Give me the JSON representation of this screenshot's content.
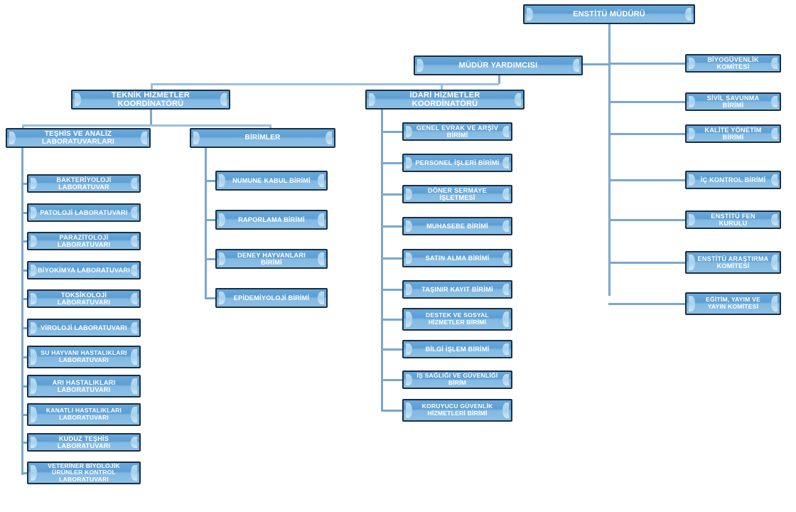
{
  "chart_data": {
    "type": "diagram",
    "title": "Enstitü Organizasyon Şeması",
    "layout": "organizational-tree",
    "root": "ENSTİTÜ MÜDÜRÜ",
    "colors": {
      "node_fill_top": "#6aa9da",
      "node_fill_bottom": "#8cc0e6",
      "node_border": "#1a2e42",
      "node_text": "#ffffff",
      "connector": "#7ba7cd",
      "background": "#ffffff"
    }
  },
  "nodes": {
    "root": {
      "label": "ENSTİTÜ MÜDÜRÜ"
    },
    "deputy": {
      "label": "MÜDÜR YARDIMCISI"
    },
    "technical_coordinator": {
      "label": "TEKNİK HİZMETLER KOORDİNATÖRÜ"
    },
    "administrative_coordinator": {
      "label": "İDARİ HİZMETLER KOORDİNATÖRÜ"
    },
    "labs_group": {
      "label": "TEŞHİS  VE ANALİZ LABORATUVARLARI"
    },
    "units_group": {
      "label": "BİRİMLER"
    }
  },
  "laboratories": [
    {
      "label": "BAKTERİYOLOJİ LABORATUVAR"
    },
    {
      "label": "PATOLOJİ LABORATUVARI"
    },
    {
      "label": "PARAZİTOLOJİ LABORATUVARI"
    },
    {
      "label": "BİYOKİMYA LABORATUVARI"
    },
    {
      "label": "TOKSİKOLOJİ LABORATUVARI"
    },
    {
      "label": "VİROLOJİ LABORATUVARI"
    },
    {
      "label": "SU HAYVANI HASTALIKLARI LABORATUVARI"
    },
    {
      "label": "ARI HASTALIKLARI LABORATUVARI"
    },
    {
      "label": "KANATLI HASTALIKLARI LABORATUVARI"
    },
    {
      "label": "KUDUZ TEŞHİS LABORATUVARI"
    },
    {
      "label": "VETERİNER BİYOLOJİK ÜRÜNLER KONTROL LABORATUVARI"
    }
  ],
  "units": [
    {
      "label": "NUMUNE KABUL BİRİMİ"
    },
    {
      "label": "RAPORLAMA BİRİMİ"
    },
    {
      "label": "DENEY HAYVANLARI BİRİMİ"
    },
    {
      "label": "EPİDEMİYOLOJİ BİRİMİ"
    }
  ],
  "administrative_units": [
    {
      "label": "GENEL EVRAK VE ARŞİV BİRİMİ"
    },
    {
      "label": "PERSONEL İŞLERİ BİRİMİ"
    },
    {
      "label": "DÖNER SERMAYE İŞLETMESİ"
    },
    {
      "label": "MUHASEBE BİRİMİ"
    },
    {
      "label": "SATIN ALMA BİRİMİ"
    },
    {
      "label": "TAŞINIR KAYIT BİRİMİ"
    },
    {
      "label": "DESTEK  VE SOSYAL HİZMETLER BİRİMİ"
    },
    {
      "label": "BİLGİ İŞLEM BİRİMİ"
    },
    {
      "label": "İŞ SAĞLIĞI VE GÜVENLİĞİ BİRİM"
    },
    {
      "label": "KORUYUCU GÜVENLİK HİZMETLERİ BİRİMİ"
    }
  ],
  "committees": [
    {
      "label": "BİYOGÜVENLİK KOMİTESİ"
    },
    {
      "label": "SİVİL SAVUNMA BİRİMİ"
    },
    {
      "label": "KALİTE YÖNETİM BİRİMİ"
    },
    {
      "label": "İÇ KONTROL BİRİMİ"
    },
    {
      "label": "ENSTİTÜ FEN KURULU"
    },
    {
      "label": "ENSTİTÜ ARAŞTIRMA KOMİTESİ"
    },
    {
      "label": "EĞİTİM, YAYIM VE YAYIN KOMİTESİ"
    }
  ]
}
